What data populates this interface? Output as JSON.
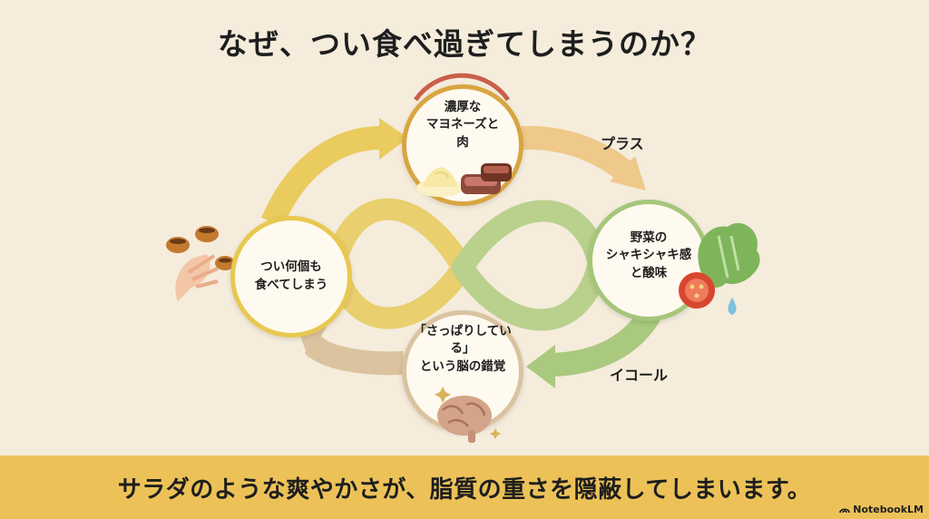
{
  "title": "なぜ、つい食べ過ぎてしまうのか？",
  "nodes": {
    "left": "つい何個も\n食べてしまう",
    "top": "濃厚な\nマヨネーズと\n肉",
    "right": "野菜の\nシャキシャキ感\nと酸味",
    "bottom": "「さっぱりしている」\nという脳の錯覚"
  },
  "arrow_labels": {
    "plus": "プラス",
    "equal": "イコール"
  },
  "footer": {
    "text": "サラダのような爽やかさが、脂質の重さを隠蔽してしまいます。",
    "brand": "NotebookLM"
  },
  "colors": {
    "background": "#f5ecdc",
    "yellow_arrow": "#eacb5e",
    "orange_arrow": "#efc98a",
    "green_arrow": "#a9c97e",
    "tan_arrow": "#dcc3a0",
    "footer_bar": "#ecc258"
  },
  "icons": [
    "hand-taking-takoyaki-icon",
    "mayonnaise-icon",
    "meat-icon",
    "lettuce-icon",
    "tomato-icon",
    "water-drop-icon",
    "brain-icon",
    "sparkle-icon"
  ]
}
